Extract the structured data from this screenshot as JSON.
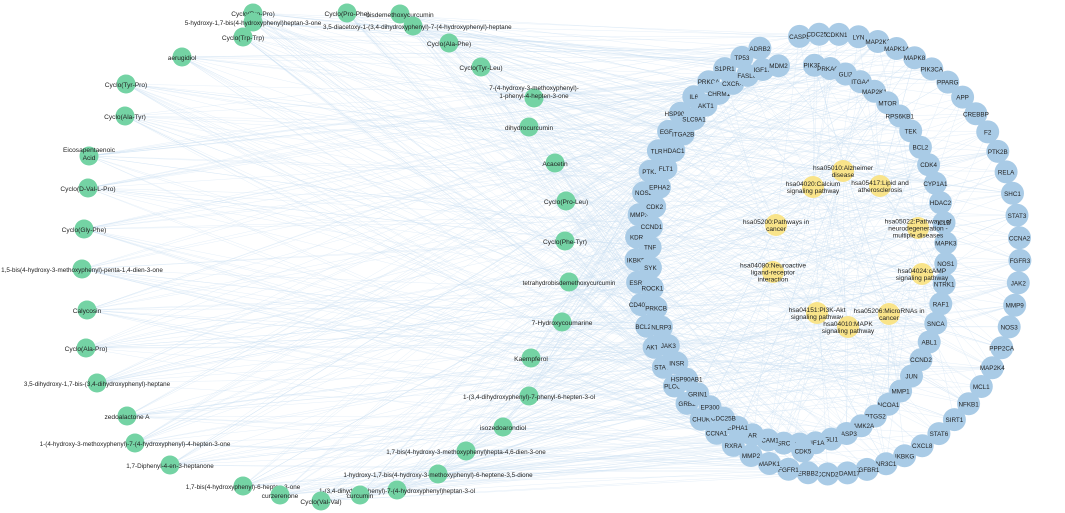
{
  "colors": {
    "compound": "#74d3a4",
    "target": "#a9cbe6",
    "pathway": "#f9e48a",
    "edge": "#c9dff2"
  },
  "compounds": [
    "Cyclo(Pro-Pro)",
    "5-hydroxy-1,7-bis(4-hydroxyphenyl)heptan-3-one",
    "Cyclo(Pro-Phe)",
    "bisdemethoxycurcumin",
    "3,5-diacetoxy-1-(3,4-dihydroxyphenyl)-7-(4-hydroxyphenyl)-heptane",
    "Cyclo(Trp-Trp)",
    "Cyclo(Ala-Phe)",
    "aerugidiol",
    "Cyclo(Tyr-Leu)",
    "Cyclo(Tyr-Pro)",
    "7-(4-hydroxy-3-methoxyphenyl)-1-phenyl-4-hepten-3-one",
    "Cyclo(Ala-Tyr)",
    "dihydrocurcumin",
    "Eicosapentaenoic Acid",
    "Acacetin",
    "Cyclo(D-Val-L-Pro)",
    "Cyclo(Pro-Leu)",
    "Cyclo(Gly-Phe)",
    "Cyclo(Phe-Tyr)",
    "1,5-bis(4-hydroxy-3-methoxyphenyl)-penta-1,4-dien-3-one",
    "tetrahydrobisdemethoxycurcumin",
    "Calycosin",
    "7-Hydroxycoumarine",
    "Cyclo(Ala-Pro)",
    "Kaempferol",
    "3,5-dihydroxy-1,7-bis-(3,4-dihydroxyphenyl)-heptane",
    "1-(3,4-dihydroxyphenyl)-7-phenyl-6-hepten-3-ol",
    "zedoalactone A",
    "isozedoarondiol",
    "1-(4-hydroxy-3-methoxyphenyl)-7-(4-hydroxyphenyl)-4-hepten-3-one",
    "1,7-bis(4-hydroxy-3-methoxyphenyl)hepta-4,6-dien-3-one",
    "1,7-Diphenyl-4-en-3-heptanone",
    "1-hydroxy-1,7-bis(4-hydroxy-3-methoxyphenyl)-6-heptene-3,5-dione",
    "1,7-bis(4-hydroxyphenyl)-6-hepten-3-one",
    "1-(3,4-dihydroxyphenyl)-7-(4-hydroxyphenyl)heptan-3-ol",
    "curzerenone",
    "curcumin",
    "Cyclo(Val-Val)"
  ],
  "targets_outer": [
    "CASP8",
    "CDC25C",
    "CDKN1A",
    "LYN",
    "MAP2K2",
    "MAPK14",
    "MAPK8",
    "PIK3CA",
    "PPARG",
    "APP",
    "CREBBP",
    "F2",
    "PTK2B",
    "RELA",
    "SHC1",
    "STAT3",
    "CCNA2",
    "FGFR3",
    "JAK2",
    "MMP9",
    "NOS3",
    "PPP2CA",
    "MAP2K4",
    "MCL1",
    "NFKB1",
    "SIRT1",
    "STAT6",
    "CXCL8",
    "IKBKG",
    "NR3C1",
    "TGFBR1",
    "ADAM17",
    "CCND2",
    "ERBB2",
    "FGFR1",
    "MAPK1",
    "MMP2",
    "RXRA",
    "CCNA1",
    "CHUK",
    "GRB2",
    "PLCG1",
    "STAT1",
    "AKT2",
    "BCL2L1",
    "CD40LG",
    "ESR1",
    "IKBKB",
    "KDR",
    "MMP3",
    "NOS2",
    "PTK2",
    "TLR4",
    "EGFR",
    "HSP90AA1",
    "IL6",
    "PRKCA",
    "S1PR1",
    "TP53",
    "ADRB2"
  ],
  "targets_inner": [
    "PIK3R1",
    "PRKACA",
    "GLI2",
    "ITGA4",
    "MAP2K1",
    "MTOR",
    "RPS6KB1",
    "TEK",
    "BCL2",
    "CDK4",
    "CYP1A1",
    "HDAC2",
    "IL1B",
    "MAPK3",
    "NOS1",
    "NTRK1",
    "RAF1",
    "SNCA",
    "ABL1",
    "CCND2",
    "JUN",
    "MMP1",
    "NCOA1",
    "PTGS2",
    "CAMK2A",
    "CASP3",
    "GLI1",
    "HIF1A",
    "ITGB3",
    "SRC",
    "VCAM1",
    "AR",
    "EPHA1",
    "CDC25B",
    "EP300",
    "GRIN1",
    "HSP90AB1",
    "INSR",
    "JAK3",
    "NLRP3",
    "PRKCB",
    "ROCK1",
    "SYK",
    "TNF",
    "CCND1",
    "CDK2",
    "EPHA2",
    "FLT1",
    "HDAC1",
    "ITGA2B",
    "SLC9A1",
    "AKT1",
    "CHRM1",
    "CXCR4",
    "FASLG",
    "IGF1R",
    "MDM2"
  ],
  "extra_targets": [
    "CDK5"
  ],
  "pathways": [
    "hsa05010:Alzheimer disease",
    "hsa05417:Lipid and atherosclerosis",
    "hsa04020:Calcium signaling pathway",
    "hsa05022:Pathways of neurodegeneration - multiple diseases",
    "hsa05200:Pathways in cancer",
    "hsa04024:cAMP signaling pathway",
    "hsa04080:Neuroactive ligand-receptor interaction",
    "hsa04151:PI3K-Akt signaling pathway",
    "hsa05206:MicroRNAs in cancer",
    "hsa04010:MAPK signaling pathway"
  ]
}
